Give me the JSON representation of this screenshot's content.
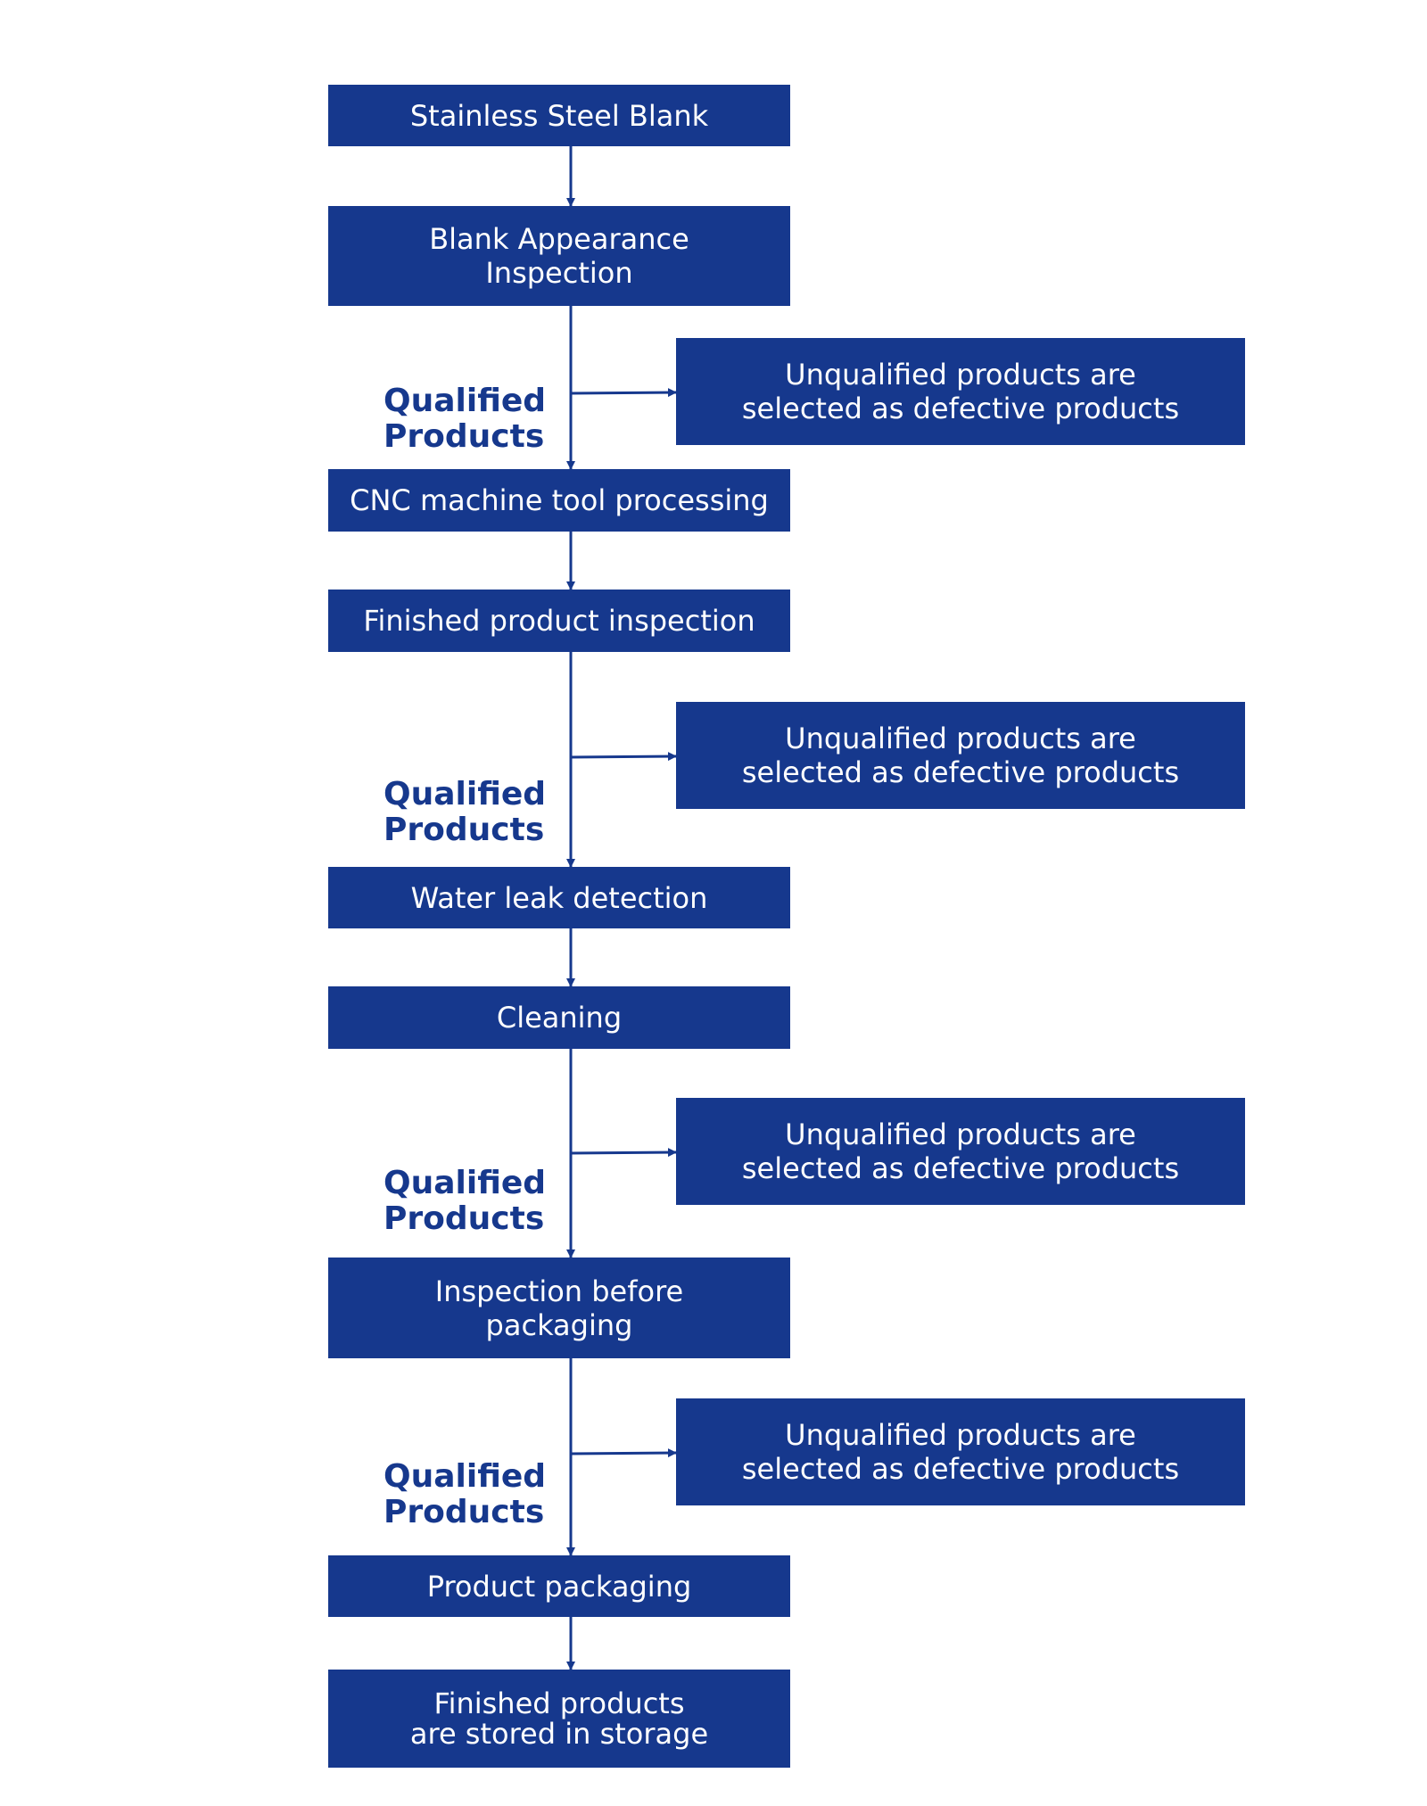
{
  "colors": {
    "box_fill": "#16388d",
    "box_text": "#ffffff",
    "label_text": "#16388d",
    "line": "#16388d",
    "background": "#ffffff"
  },
  "steps": [
    "Stainless Steel Blank",
    "Blank Appearance\nInspection",
    "CNC machine tool processing",
    "Finished product inspection",
    "Water leak detection",
    "Cleaning",
    "Inspection before\npackaging",
    "Product packaging",
    "Finished products\nare stored in storage"
  ],
  "reject_boxes": [
    "Unqualified products are\nselected as defective products",
    "Unqualified products are\nselected as defective products",
    "Unqualified products are\nselected as defective products",
    "Unqualified products are\nselected as defective products"
  ],
  "qualified_labels": [
    "Qualified\nProducts",
    "Qualified\nProducts",
    "Qualified\nProducts",
    "Qualified\nProducts"
  ]
}
